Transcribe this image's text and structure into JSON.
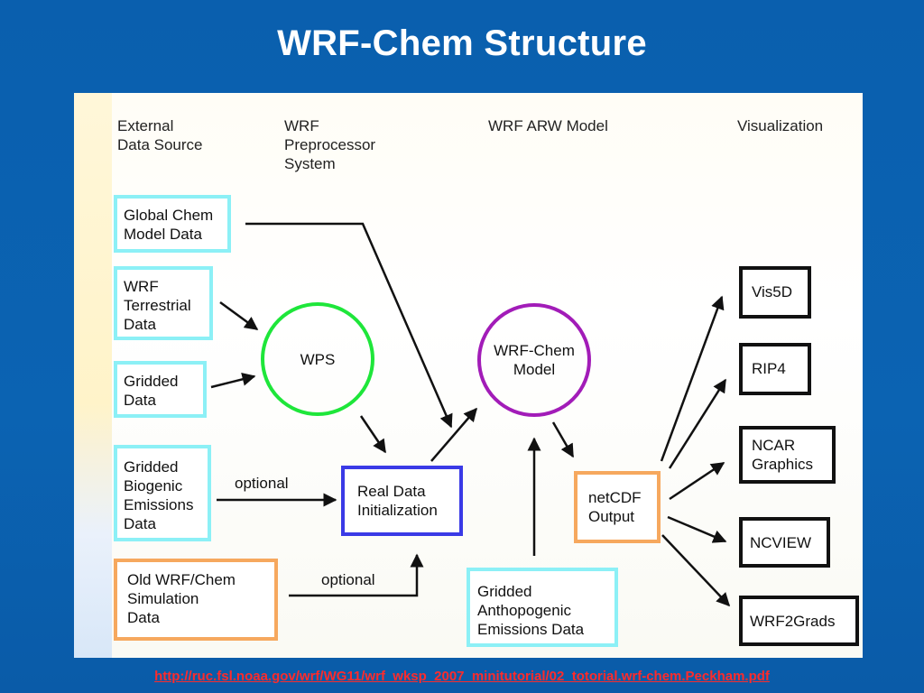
{
  "slide": {
    "title": "WRF-Chem Structure",
    "source_url": "http://ruc.fsl.noaa.gov/wrf/WG11/wrf_wksp_2007_minitutorial/02_totorial.wrf-chem.Peckham.pdf"
  },
  "headers": {
    "external": "External\nData Source",
    "preprocessor": "WRF\nPreprocessor\nSystem",
    "model": "WRF ARW Model",
    "visualization": "Visualization"
  },
  "inputs": {
    "global_chem": "Global Chem\nModel Data",
    "terrestrial": "WRF\nTerrestrial\nData",
    "gridded": "Gridded\nData",
    "biogenic": "Gridded\nBiogenic\nEmissions\nData",
    "old_sim": "Old WRF/Chem\nSimulation\nData",
    "anthropogenic": "Gridded\nAnthopogenic\nEmissions Data"
  },
  "nodes": {
    "wps": "WPS",
    "real_init": "Real Data\nInitialization",
    "wrf_chem": "WRF-Chem\n Model",
    "netcdf": "netCDF\nOutput"
  },
  "labels": {
    "optional_1": "optional",
    "optional_2": "optional"
  },
  "outputs": {
    "vis5d": "Vis5D",
    "rip4": "RIP4",
    "ncar": "NCAR\nGraphics",
    "ncview": "NCVIEW",
    "wrf2grads": "WRF2Grads"
  },
  "colors": {
    "background": "#0b63b2",
    "input_border": "#8cf0f6",
    "wps_ring": "#1ee63a",
    "model_ring": "#a21cb8",
    "init_border": "#3a3ae6",
    "orange_border": "#f6a85e",
    "output_border": "#111111",
    "url_text": "#ff2b2b"
  }
}
